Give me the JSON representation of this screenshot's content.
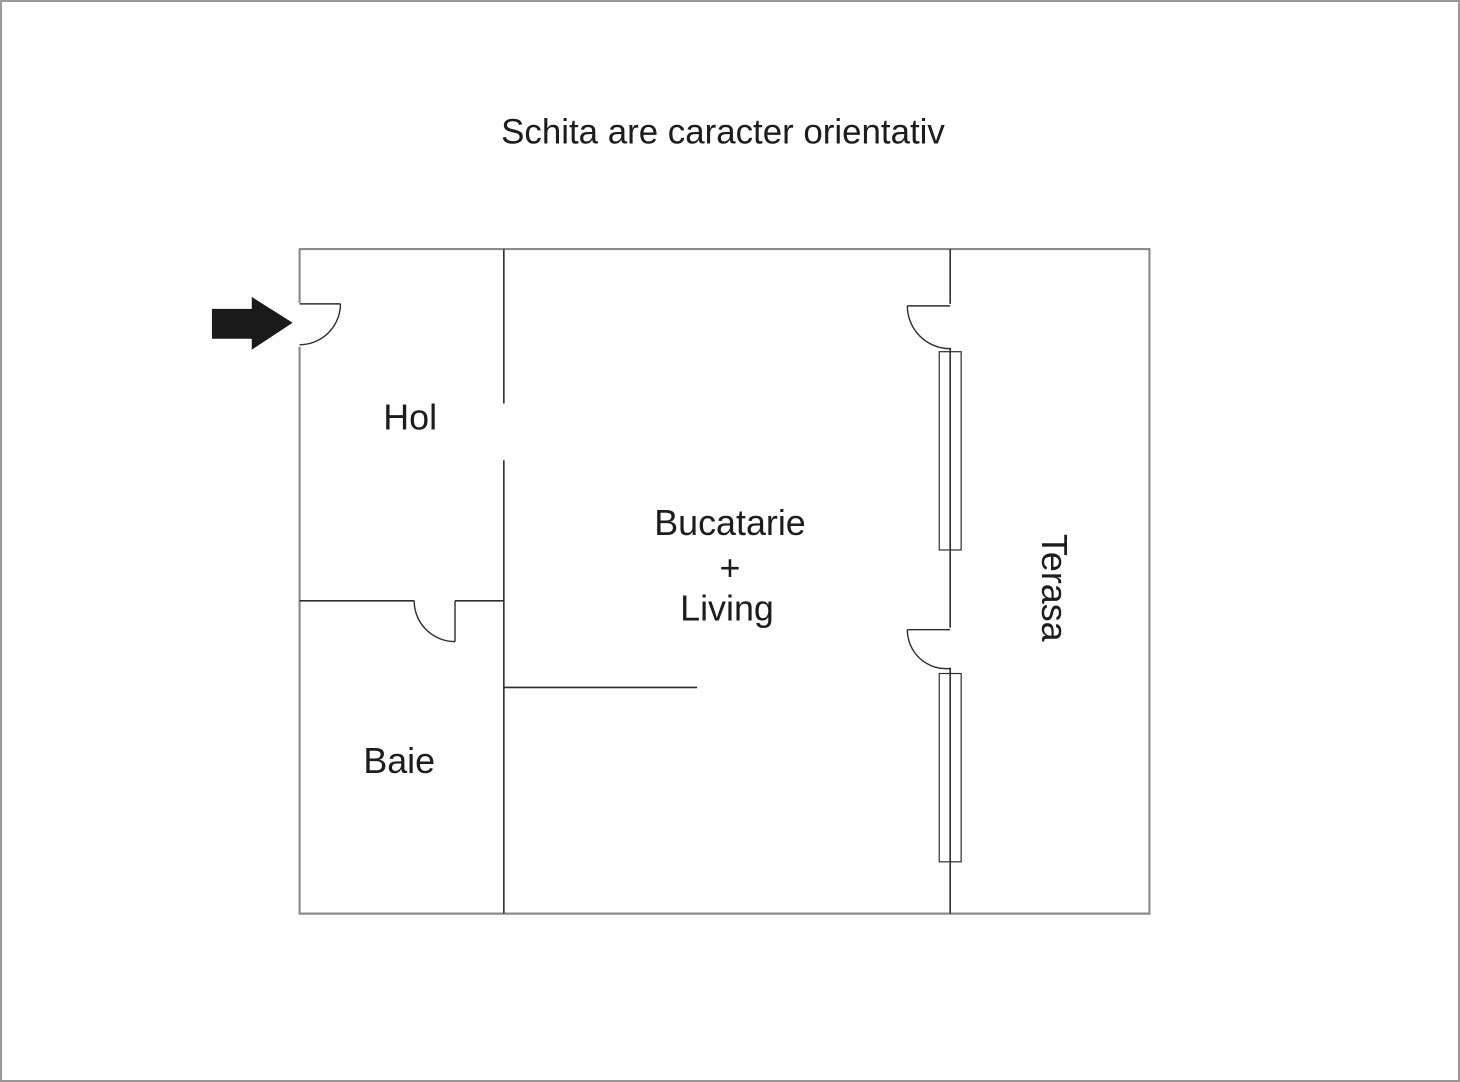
{
  "title": "Schita are caracter orientativ",
  "floor_plan": {
    "rooms": [
      {
        "id": "hol",
        "label": "Hol"
      },
      {
        "id": "baie",
        "label": "Baie"
      },
      {
        "id": "bucatarie-living",
        "label_line1": "Bucatarie",
        "label_line2": "+",
        "label_line3": "Living"
      },
      {
        "id": "terasa",
        "label": "Terasa",
        "orientation": "vertical-rotated-90"
      }
    ],
    "features": {
      "doors": [
        "entrance-left-wall",
        "hol-to-baie",
        "living-to-terasa-upper",
        "living-to-terasa-lower"
      ],
      "windows": [
        "terasa-wall-upper",
        "terasa-wall-lower"
      ],
      "openings": [
        "hol-to-living"
      ]
    }
  },
  "icons": {
    "entrance_arrow": "solid-right-arrow"
  },
  "colors": {
    "background": "#ffffff",
    "page_border": "#999999",
    "outer_wall": "#8c8c8c",
    "inner_wall": "#2d2d2d",
    "text": "#1c1c1c",
    "arrow": "#1a1a1a"
  }
}
